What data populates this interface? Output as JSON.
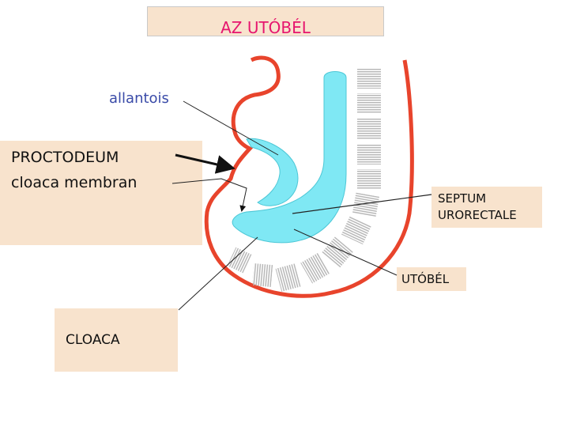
{
  "title": "AZ UTÓBÉL",
  "labels": {
    "allantois": "allantois",
    "proctodeum": "PROCTODEUM",
    "cloaca_membran": "cloaca membran",
    "septum_line1": "SEPTUM",
    "septum_line2": "URORECTALE",
    "utobel": "UTÓBÉL",
    "cloaca": "CLOACA"
  },
  "colors": {
    "title_text": "#e6166e",
    "label_box": "#f8e3cd",
    "gut_lumen": "#7fe8f4",
    "ectoderm_outline": "#e8442c",
    "allantois_text": "#3a4ba8",
    "somites": "#c8c8c8"
  }
}
